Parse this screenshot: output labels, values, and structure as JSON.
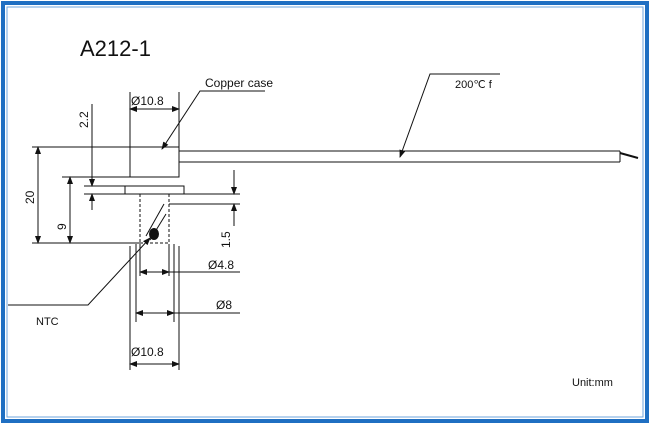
{
  "title": "A212-1",
  "labels": {
    "copper_case": "Copper case",
    "cable_temp": "200℃ f",
    "ntc": "NTC",
    "unit": "Unit:mm"
  },
  "dimensions": {
    "top_diameter": "Ø10.8",
    "bottom_diameter": "Ø10.8",
    "d_4_8": "Ø4.8",
    "d_8": "Ø8",
    "h_2_2": "2.2",
    "h_20": "20",
    "h_9": "9",
    "h_1_5": "1.5"
  },
  "colors": {
    "frame": "#1f6fc2",
    "line": "#111111"
  }
}
